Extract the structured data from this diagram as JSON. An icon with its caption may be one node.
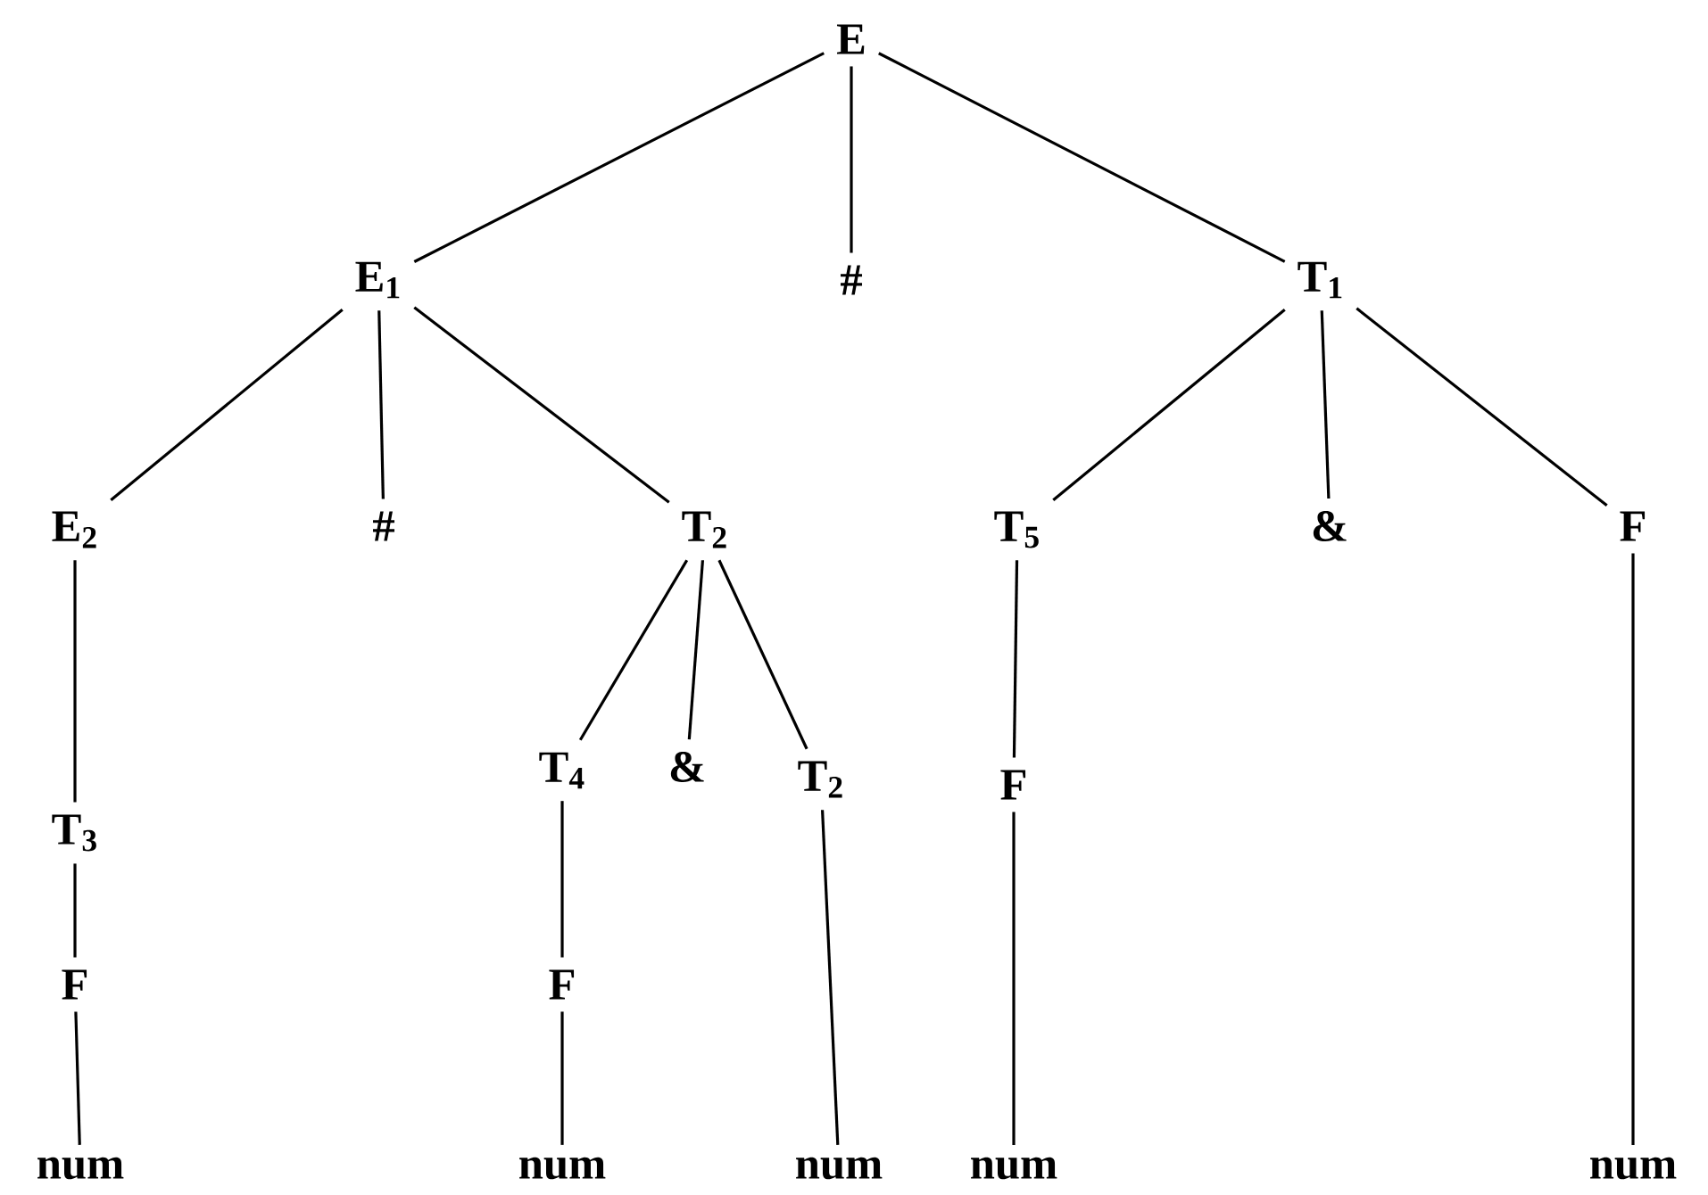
{
  "diagram": {
    "nodes": [
      {
        "text": [
          "E"
        ]
      },
      {
        "text": [
          "E$_{1}$"
        ]
      },
      {
        "text": [
          "#"
        ]
      },
      {
        "text": [
          "T$_{1}$"
        ]
      },
      {
        "text": [
          "E$_{2}$"
        ]
      },
      {
        "text": [
          "#"
        ]
      },
      {
        "text": [
          "T$_{2}$"
        ]
      },
      {
        "text": [
          "T$_{5}$"
        ]
      },
      {
        "text": [
          "&"
        ]
      },
      {
        "text": [
          "F"
        ]
      },
      {
        "text": [
          "T$_{3}$"
        ]
      },
      {
        "text": [
          "T$_{4}$"
        ]
      },
      {
        "text": [
          "&"
        ]
      },
      {
        "text": [
          "T$_{2}$"
        ]
      },
      {
        "text": [
          "F"
        ]
      },
      {
        "text": [
          "F"
        ]
      },
      {
        "text": [
          "F"
        ]
      },
      {
        "text": [
          "num"
        ]
      },
      {
        "text": [
          "num"
        ]
      },
      {
        "text": [
          "num"
        ]
      },
      {
        "text": [
          "num"
        ]
      },
      {
        "text": [
          "num"
        ]
      }
    ],
    "edges": [
      {
        "from": 0,
        "to": 1,
        "arrow": "none"
      },
      {
        "from": 0,
        "to": 2,
        "arrow": "none"
      },
      {
        "from": 0,
        "to": 3,
        "arrow": "none"
      },
      {
        "from": 1,
        "to": 4,
        "arrow": "none"
      },
      {
        "from": 1,
        "to": 5,
        "arrow": "none"
      },
      {
        "from": 1,
        "to": 6,
        "arrow": "none"
      },
      {
        "from": 3,
        "to": 7,
        "arrow": "none"
      },
      {
        "from": 3,
        "to": 8,
        "arrow": "none"
      },
      {
        "from": 3,
        "to": 9,
        "arrow": "none"
      },
      {
        "from": 4,
        "to": 10,
        "arrow": "none"
      },
      {
        "from": 6,
        "to": 11,
        "arrow": "none"
      },
      {
        "from": 6,
        "to": 12,
        "arrow": "none"
      },
      {
        "from": 6,
        "to": 13,
        "arrow": "none"
      },
      {
        "from": 7,
        "to": 14,
        "arrow": "none"
      },
      {
        "from": 9,
        "to": 21,
        "arrow": "none"
      },
      {
        "from": 10,
        "to": 15,
        "arrow": "none"
      },
      {
        "from": 11,
        "to": 16,
        "arrow": "none"
      },
      {
        "from": 13,
        "to": 19,
        "arrow": "none"
      },
      {
        "from": 14,
        "to": 20,
        "arrow": "none"
      },
      {
        "from": 15,
        "to": 17,
        "arrow": "none"
      },
      {
        "from": 16,
        "to": 18,
        "arrow": "none"
      }
    ]
  }
}
